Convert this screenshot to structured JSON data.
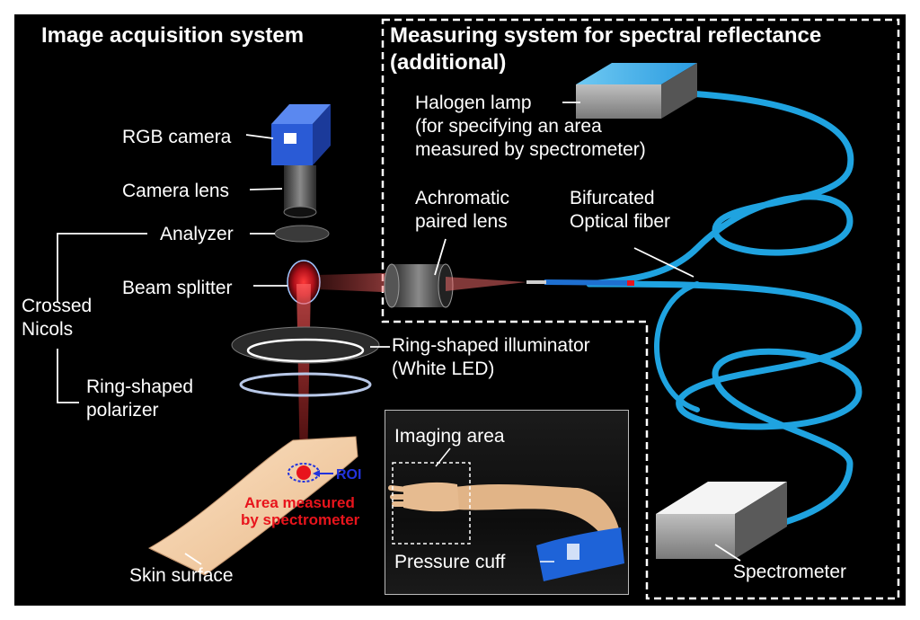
{
  "left_section": {
    "title": "Image acquisition system"
  },
  "right_section": {
    "title_line1": "Measuring system for spectral reflectance",
    "title_line2": "(additional)"
  },
  "components": {
    "rgb_camera": "RGB camera",
    "camera_lens": "Camera lens",
    "analyzer": "Analyzer",
    "beam_splitter": "Beam splitter",
    "crossed_nicols_1": "Crossed",
    "crossed_nicols_2": "Nicols",
    "ring_illuminator_1": "Ring-shaped illuminator",
    "ring_illuminator_2": "(White LED)",
    "ring_polarizer_1": "Ring-shaped",
    "ring_polarizer_2": "polarizer",
    "halogen_1": "Halogen lamp",
    "halogen_2": "(for specifying  an area",
    "halogen_3": "measured  by spectrometer)",
    "achromatic_1": "Achromatic",
    "achromatic_2": "paired lens",
    "fiber_1": "Bifurcated",
    "fiber_2": "Optical fiber",
    "roi": "ROI",
    "area_measured_1": "Area measured",
    "area_measured_2": "by spectrometer",
    "skin_surface": "Skin surface",
    "spectrometer": "Spectrometer"
  },
  "photo_inset": {
    "imaging_area": "Imaging area",
    "pressure_cuff": "Pressure cuff"
  },
  "colors": {
    "fiber": "#1fa3e0",
    "camera_body": "#2a5bd6",
    "red_light": "#e8141c",
    "roi_blue": "#2233dd",
    "skin": "#f3cfa6"
  }
}
